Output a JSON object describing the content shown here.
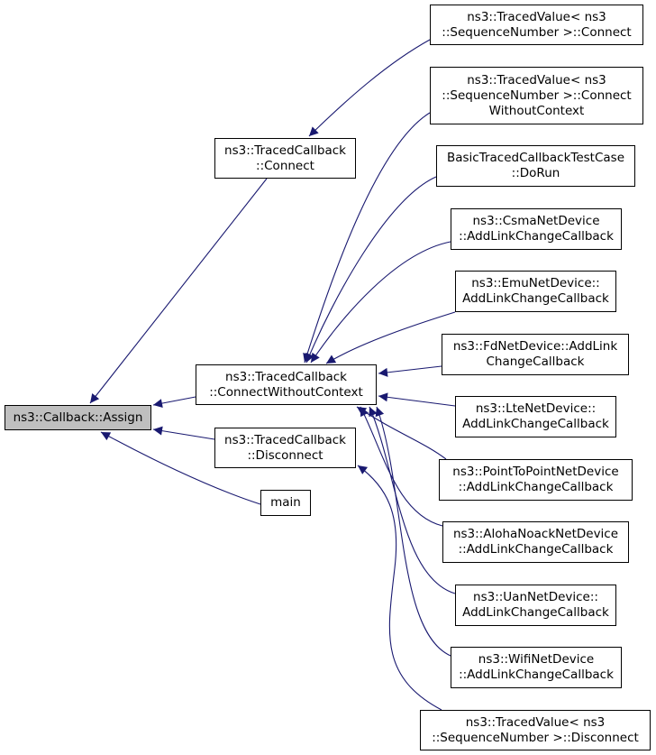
{
  "colors": {
    "edge": "#191970",
    "root_fill": "#bfbfbf",
    "node_fill": "#ffffff",
    "border": "#000000"
  },
  "nodes": {
    "assign": {
      "lines": [
        "ns3::Callback::Assign"
      ]
    },
    "tc_connect": {
      "lines": [
        "ns3::TracedCallback",
        "::Connect"
      ]
    },
    "tc_connect_wo": {
      "lines": [
        "ns3::TracedCallback",
        "::ConnectWithoutContext"
      ]
    },
    "tc_disconnect": {
      "lines": [
        "ns3::TracedCallback",
        "::Disconnect"
      ]
    },
    "main": {
      "lines": [
        "main"
      ]
    },
    "tv_connect": {
      "lines": [
        "ns3::TracedValue< ns3",
        "::SequenceNumber >::Connect"
      ]
    },
    "tv_connect_wo": {
      "lines": [
        "ns3::TracedValue< ns3",
        "::SequenceNumber >::Connect",
        "WithoutContext"
      ]
    },
    "basic_test": {
      "lines": [
        "BasicTracedCallbackTestCase",
        "::DoRun"
      ]
    },
    "csma": {
      "lines": [
        "ns3::CsmaNetDevice",
        "::AddLinkChangeCallback"
      ]
    },
    "emu": {
      "lines": [
        "ns3::EmuNetDevice::",
        "AddLinkChangeCallback"
      ]
    },
    "fd": {
      "lines": [
        "ns3::FdNetDevice::AddLink",
        "ChangeCallback"
      ]
    },
    "lte": {
      "lines": [
        "ns3::LteNetDevice::",
        "AddLinkChangeCallback"
      ]
    },
    "p2p": {
      "lines": [
        "ns3::PointToPointNetDevice",
        "::AddLinkChangeCallback"
      ]
    },
    "aloha": {
      "lines": [
        "ns3::AlohaNoackNetDevice",
        "::AddLinkChangeCallback"
      ]
    },
    "uan": {
      "lines": [
        "ns3::UanNetDevice::",
        "AddLinkChangeCallback"
      ]
    },
    "wifi": {
      "lines": [
        "ns3::WifiNetDevice",
        "::AddLinkChangeCallback"
      ]
    },
    "tv_disconnect": {
      "lines": [
        "ns3::TracedValue< ns3",
        "::SequenceNumber >::Disconnect"
      ]
    }
  }
}
